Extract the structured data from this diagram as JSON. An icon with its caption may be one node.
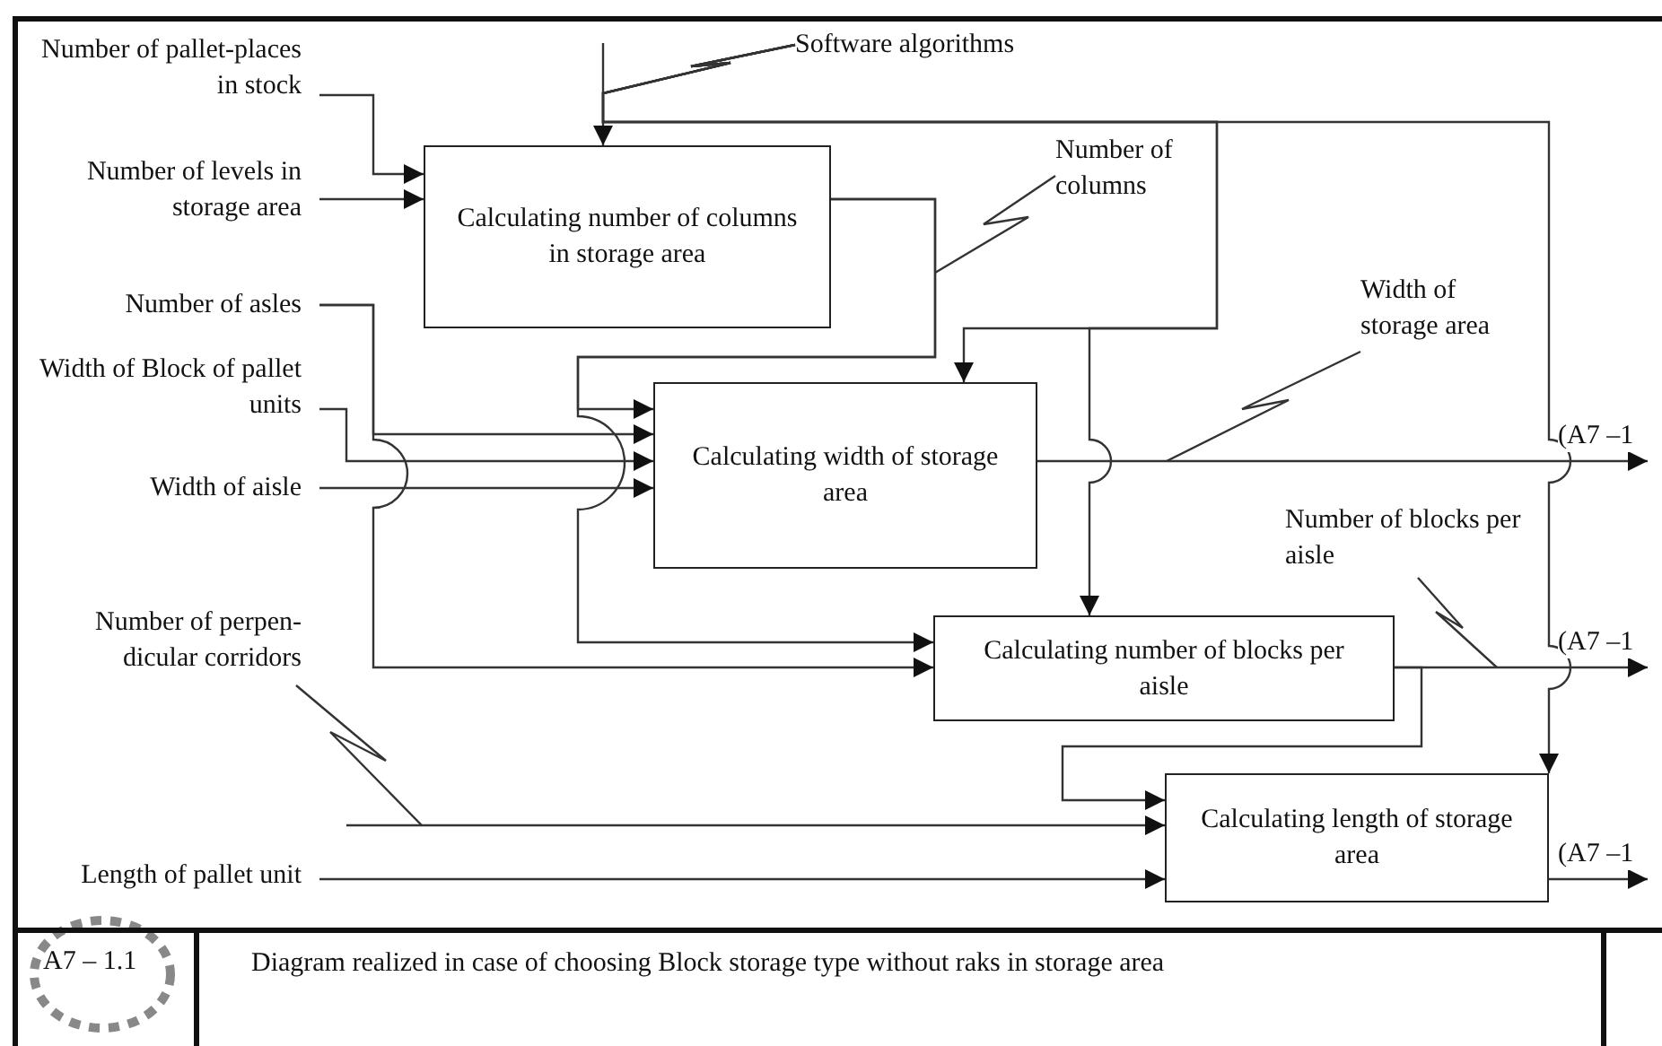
{
  "diagram": {
    "nodes": [
      {
        "text": [
          "Number of pallet-places in stock"
        ]
      },
      {
        "text": [
          "Number of levels in storage area"
        ]
      },
      {
        "text": [
          "Number of asles"
        ]
      },
      {
        "text": [
          "Width of Block of pallet units"
        ]
      },
      {
        "text": [
          "Width of aisle"
        ]
      },
      {
        "text": [
          "Number of perpen-dicular corridors"
        ]
      },
      {
        "text": [
          "Length of pallet unit"
        ]
      },
      {
        "text": [
          "Software algorithms"
        ]
      },
      {
        "text": [
          "Calculating number of columns in storage area"
        ]
      },
      {
        "text": [
          "Calculating width of storage area"
        ]
      },
      {
        "text": [
          "Calculating number of blocks per aisle"
        ]
      },
      {
        "text": [
          "Calculating length of storage area"
        ]
      },
      {
        "text": [
          "Number of columns"
        ]
      },
      {
        "text": [
          "Width of storage area"
        ]
      },
      {
        "text": [
          "Number of blocks per aisle"
        ]
      }
    ],
    "edges": [
      {
        "from": 0,
        "to": 8,
        "arrow": "to"
      },
      {
        "from": 1,
        "to": 8,
        "arrow": "to"
      },
      {
        "from": 2,
        "to": 9,
        "arrow": "to"
      },
      {
        "from": 2,
        "to": 10,
        "arrow": "to"
      },
      {
        "from": 3,
        "to": 9,
        "arrow": "to"
      },
      {
        "from": 4,
        "to": 9,
        "arrow": "to"
      },
      {
        "from": 8,
        "to": 9,
        "arrow": "to"
      },
      {
        "from": 8,
        "to": 10,
        "arrow": "to"
      },
      {
        "from": 7,
        "to": 8,
        "arrow": "to"
      },
      {
        "from": 7,
        "to": 9,
        "arrow": "to"
      },
      {
        "from": 7,
        "to": 10,
        "arrow": "to"
      },
      {
        "from": 7,
        "to": 11,
        "arrow": "to"
      },
      {
        "from": 9,
        "to": null,
        "arrow": "to",
        "label": "(A7 –1"
      },
      {
        "from": 10,
        "to": null,
        "arrow": "to",
        "label": "(A7 –1"
      },
      {
        "from": 10,
        "to": 11,
        "arrow": "to"
      },
      {
        "from": 5,
        "to": 11,
        "arrow": "to"
      },
      {
        "from": 6,
        "to": 11,
        "arrow": "to"
      },
      {
        "from": 11,
        "to": null,
        "arrow": "to",
        "label": "(A7 –1"
      },
      {
        "from": 12,
        "to": null,
        "arrow": "none"
      },
      {
        "from": 13,
        "to": null,
        "arrow": "none"
      },
      {
        "from": 14,
        "to": null,
        "arrow": "none"
      }
    ],
    "labels": [
      "A7 – 1.1",
      "Diagram realized in case of choosing Block storage type without raks in storage area"
    ]
  }
}
